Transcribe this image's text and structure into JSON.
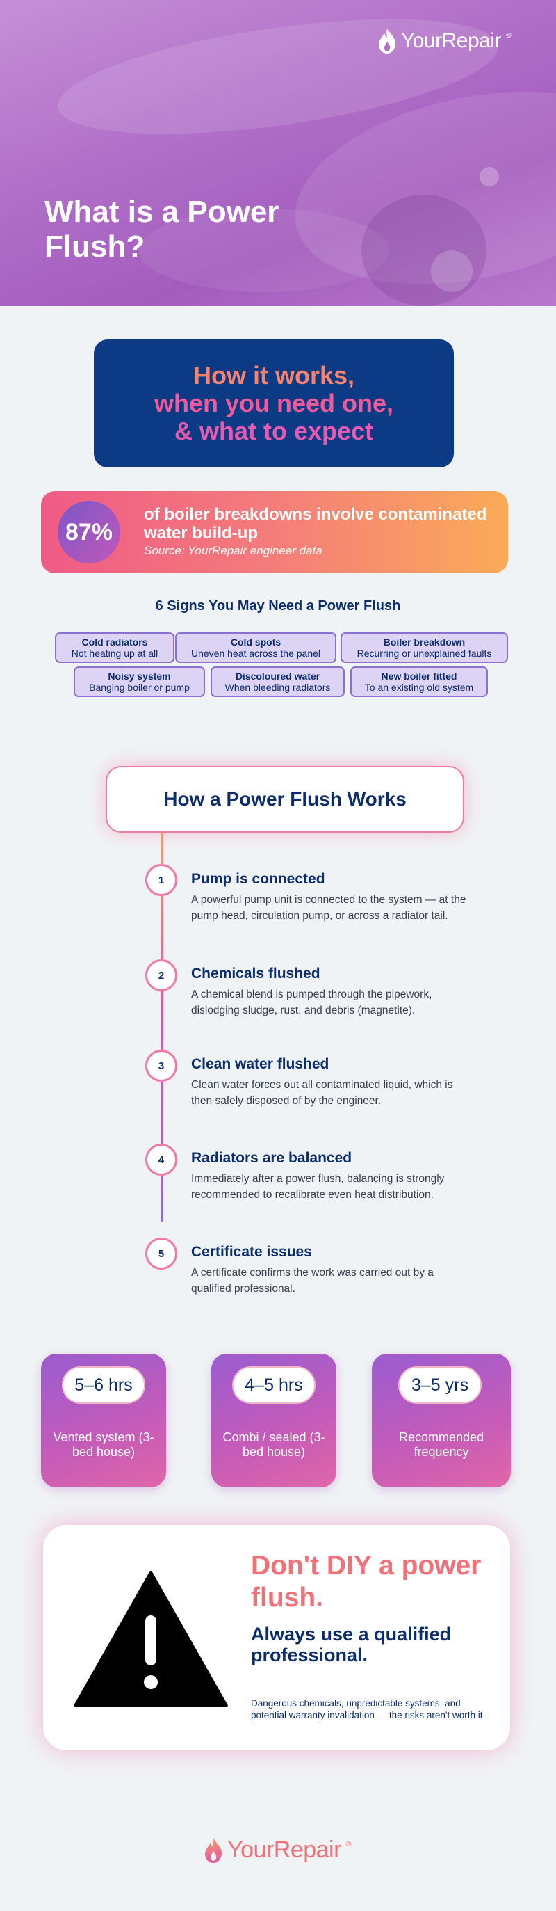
{
  "brand": {
    "logo_text": "YourRepair",
    "reg": "®"
  },
  "hero": {
    "title": "What is a Power Flush?"
  },
  "banner": {
    "line1": "How it works,",
    "line2": "when you need one,",
    "line3": "& what to expect"
  },
  "stat": {
    "value": "87%",
    "text": "of boiler breakdowns involve contaminated water build-up",
    "source": "Source: YourRepair engineer data"
  },
  "signs": {
    "title": "6 Signs You May Need a Power Flush",
    "items": [
      {
        "title": "Cold radiators",
        "desc": "Not heating up at all"
      },
      {
        "title": "Cold spots",
        "desc": "Uneven heat across the panel"
      },
      {
        "title": "Boiler breakdown",
        "desc": "Recurring or unexplained faults"
      },
      {
        "title": "Noisy system",
        "desc": "Banging boiler or pump"
      },
      {
        "title": "Discoloured water",
        "desc": "When bleeding radiators"
      },
      {
        "title": "New boiler fitted",
        "desc": "To an existing old system"
      }
    ]
  },
  "works": {
    "title": "How a Power Flush Works",
    "steps": [
      {
        "num": "1",
        "title": "Pump is connected",
        "desc": "A powerful pump unit is connected to the system — at the pump head, circulation pump, or across a radiator tail."
      },
      {
        "num": "2",
        "title": "Chemicals flushed",
        "desc": "A chemical blend is pumped through the pipework, dislodging sludge, rust, and debris (magnetite)."
      },
      {
        "num": "3",
        "title": "Clean water flushed",
        "desc": "Clean water forces out all contaminated liquid, which is then safely disposed of by the engineer."
      },
      {
        "num": "4",
        "title": "Radiators are balanced",
        "desc": "Immediately after a power flush, balancing is strongly recommended to recalibrate even heat distribution."
      },
      {
        "num": "5",
        "title": "Certificate issues",
        "desc": "A certificate confirms the work was carried out by a qualified professional."
      }
    ]
  },
  "durations": [
    {
      "value": "5–6 hrs",
      "label": "Vented system (3-bed house)"
    },
    {
      "value": "4–5 hrs",
      "label": "Combi / sealed (3-bed house)"
    },
    {
      "value": "3–5 yrs",
      "label": "Recommended frequency"
    }
  ],
  "warning": {
    "title": "Don't DIY a power flush.",
    "subtitle": "Always use a qualified professional.",
    "desc": "Dangerous chemicals, unpredictable systems, and potential warranty invalidation — the risks aren't worth it."
  },
  "colors": {
    "navy": "#0c2d6b",
    "coral": "#f07178",
    "pink": "#e0579f",
    "purple": "#8a6ed8"
  }
}
